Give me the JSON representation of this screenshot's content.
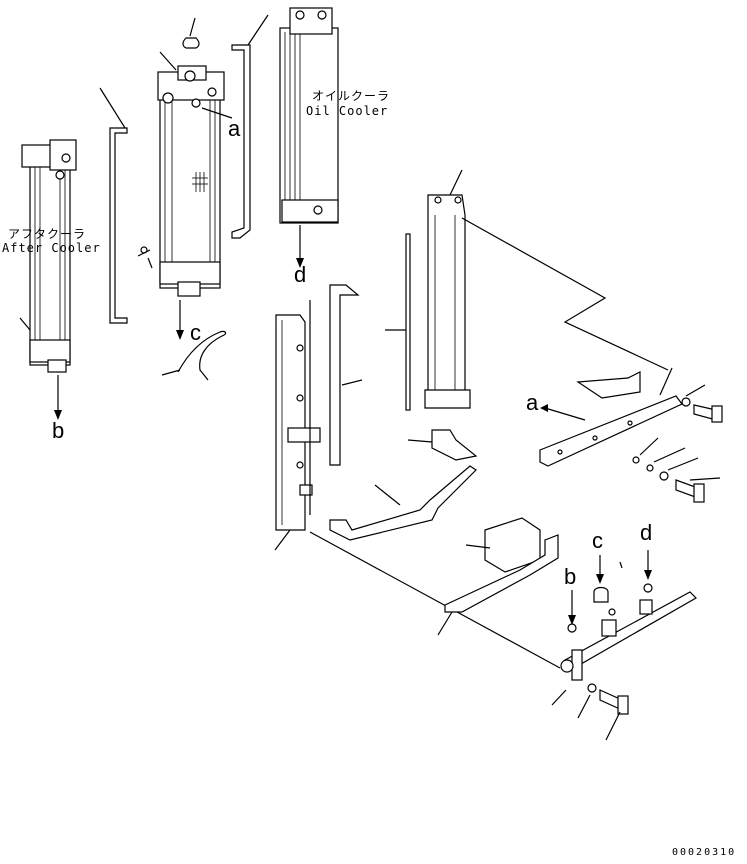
{
  "labels": {
    "after_cooler_jp": "アフタクーラ",
    "after_cooler_en": "After Cooler",
    "oil_cooler_jp": "オイルクーラ",
    "oil_cooler_en": "Oil Cooler",
    "ref_a1": "a",
    "ref_a2": "a",
    "ref_b1": "b",
    "ref_b2": "b",
    "ref_c1": "c",
    "ref_c2": "c",
    "ref_d1": "d",
    "ref_d2": "d",
    "drawing_code": "00020310"
  }
}
